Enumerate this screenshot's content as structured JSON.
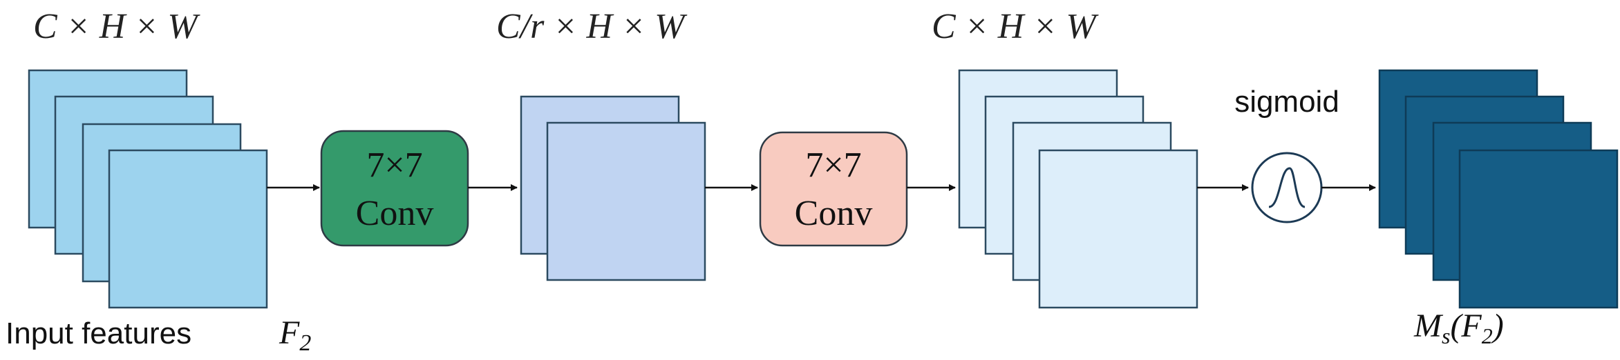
{
  "dims": {
    "input": "C × H × W",
    "reduced": "C/r × H × W",
    "restored": "C × H × W"
  },
  "labels": {
    "input_features": "Input features",
    "input_symbol": "F",
    "input_symbol_sub": "2",
    "sigmoid": "sigmoid",
    "output_symbol_M": "M",
    "output_symbol_sub_s": "s",
    "output_symbol_open": "(F",
    "output_symbol_sub_2": "2",
    "output_symbol_close": ")"
  },
  "conv1": {
    "line1": "7×7",
    "line2": "Conv",
    "color": "#349a6b"
  },
  "conv2": {
    "line1": "7×7",
    "line2": "Conv",
    "color": "#f8cbc0"
  },
  "colors": {
    "input_stack": "#9dd3ee",
    "reduced_stack": "#c0d4f2",
    "restored_stack": "#ddeefa",
    "output_stack": "#155d86"
  }
}
